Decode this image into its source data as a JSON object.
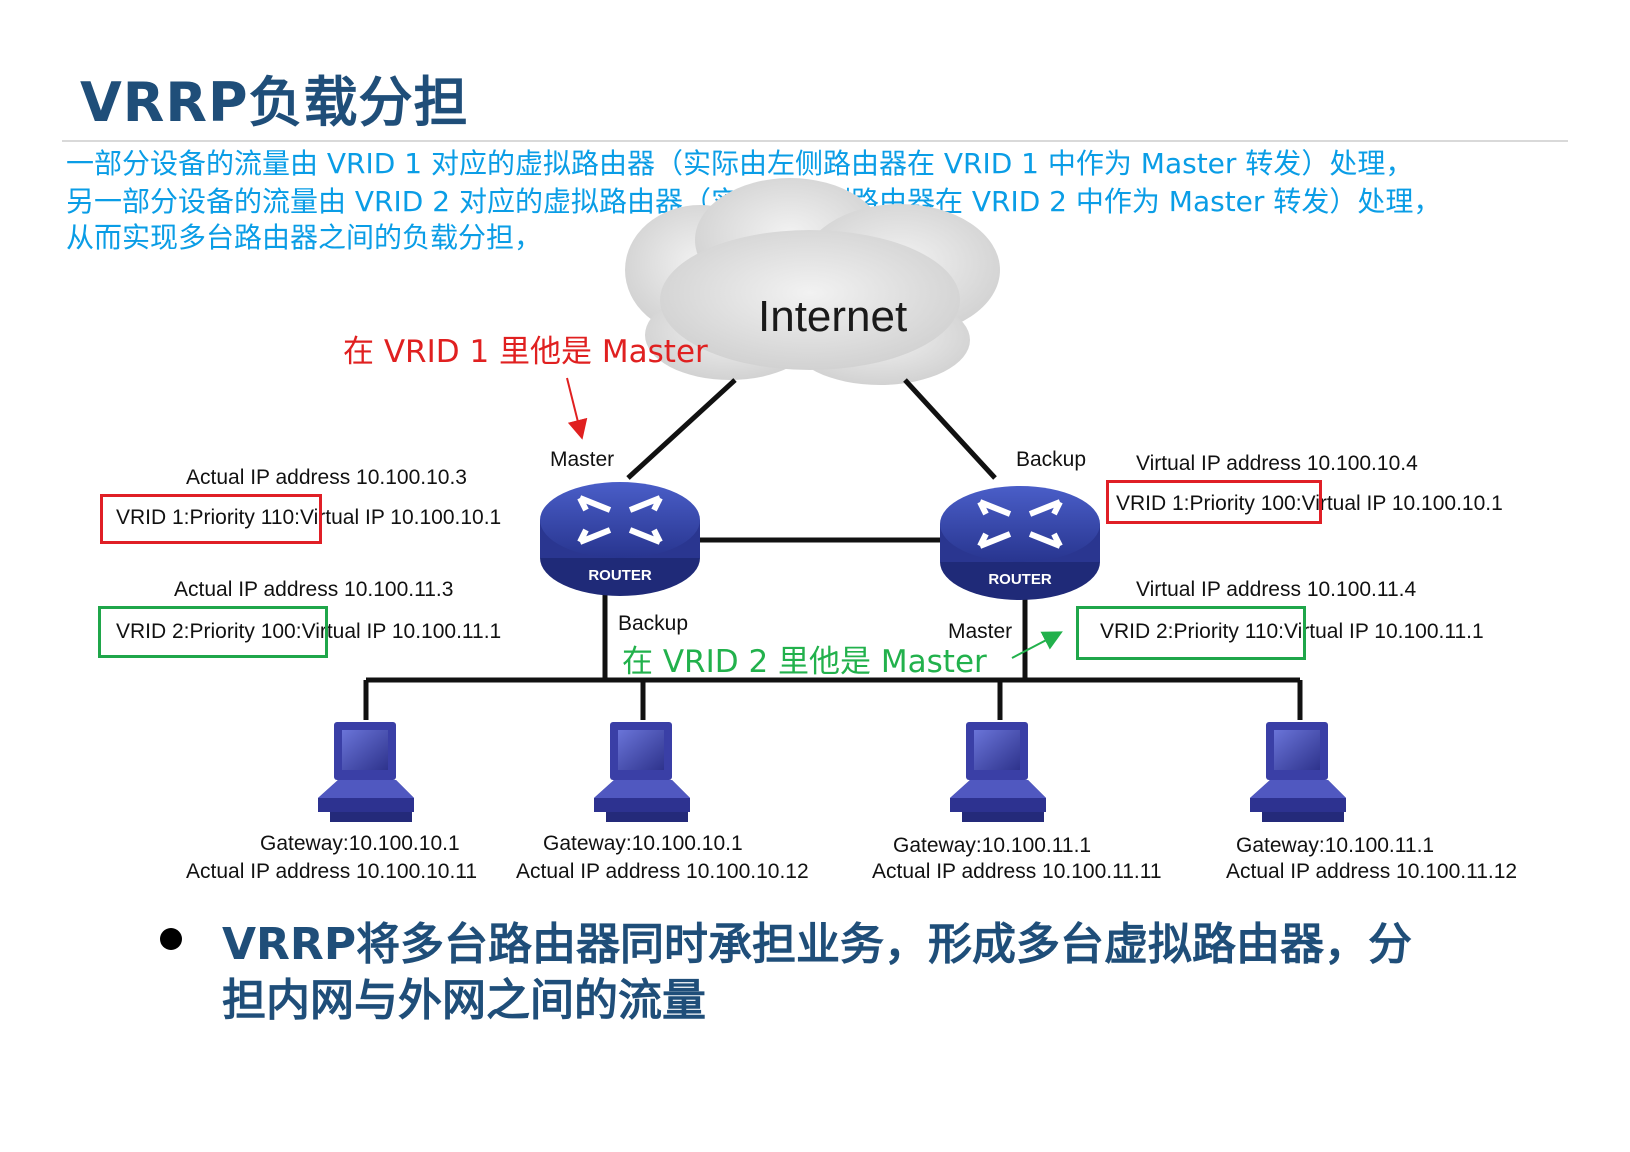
{
  "slide": {
    "title": "VRRP负载分担",
    "intro_lines": [
      "一部分设备的流量由 VRID 1 对应的虚拟路由器（实际由左侧路由器在 VRID 1 中作为 Master 转发）处理，",
      "另一部分设备的流量由 VRID 2 对应的虚拟路由器（实际由右侧路由器在 VRID 2 中作为 Master 转发）处理，",
      "从而实现多台路由器之间的负载分担，"
    ],
    "bullet_lines": [
      "VRRP将多台路由器同时承担业务，形成多台虚拟路由器，分",
      "担内网与外网之间的流量"
    ]
  },
  "diagram": {
    "internet_label": "Internet",
    "router_label": "ROUTER",
    "left_router": {
      "role_top": "Master",
      "role_bottom": "Backup",
      "actual_ip_1": "Actual IP address 10.100.10.3",
      "vrid1_line": "VRID 1:Priority 110:Virtual IP  10.100.10.1",
      "actual_ip_2": "Actual IP address 10.100.11.3",
      "vrid2_line": "VRID 2:Priority 100:Virtual IP  10.100.11.1"
    },
    "right_router": {
      "role_top": "Backup",
      "role_bottom": "Master",
      "virtual_ip_1": "Virtual IP address 10.100.10.4",
      "vrid1_line": "VRID 1:Priority 100:Virtual IP  10.100.10.1",
      "virtual_ip_2": "Virtual IP address 10.100.11.4",
      "vrid2_line": "VRID 2:Priority 110:Virtual IP  10.100.11.1"
    },
    "annotations": {
      "red": "在 VRID 1 里他是 Master",
      "green": "在 VRID 2 里他是 Master"
    },
    "hosts": [
      {
        "gateway": "Gateway:10.100.10.1",
        "actual_ip": "Actual IP address 10.100.10.11"
      },
      {
        "gateway": "Gateway:10.100.10.1",
        "actual_ip": "Actual IP address 10.100.10.12"
      },
      {
        "gateway": "Gateway:10.100.11.1",
        "actual_ip": "Actual IP address 10.100.11.11"
      },
      {
        "gateway": "Gateway:10.100.11.1",
        "actual_ip": "Actual IP address 10.100.11.12"
      }
    ],
    "colors": {
      "title": "#1f4e79",
      "intro_text": "#0a9de6",
      "vrid1_highlight": "#e01f26",
      "vrid2_highlight": "#1fa64a",
      "router": "#2c3e9a",
      "host": "#3a3fa6"
    }
  }
}
